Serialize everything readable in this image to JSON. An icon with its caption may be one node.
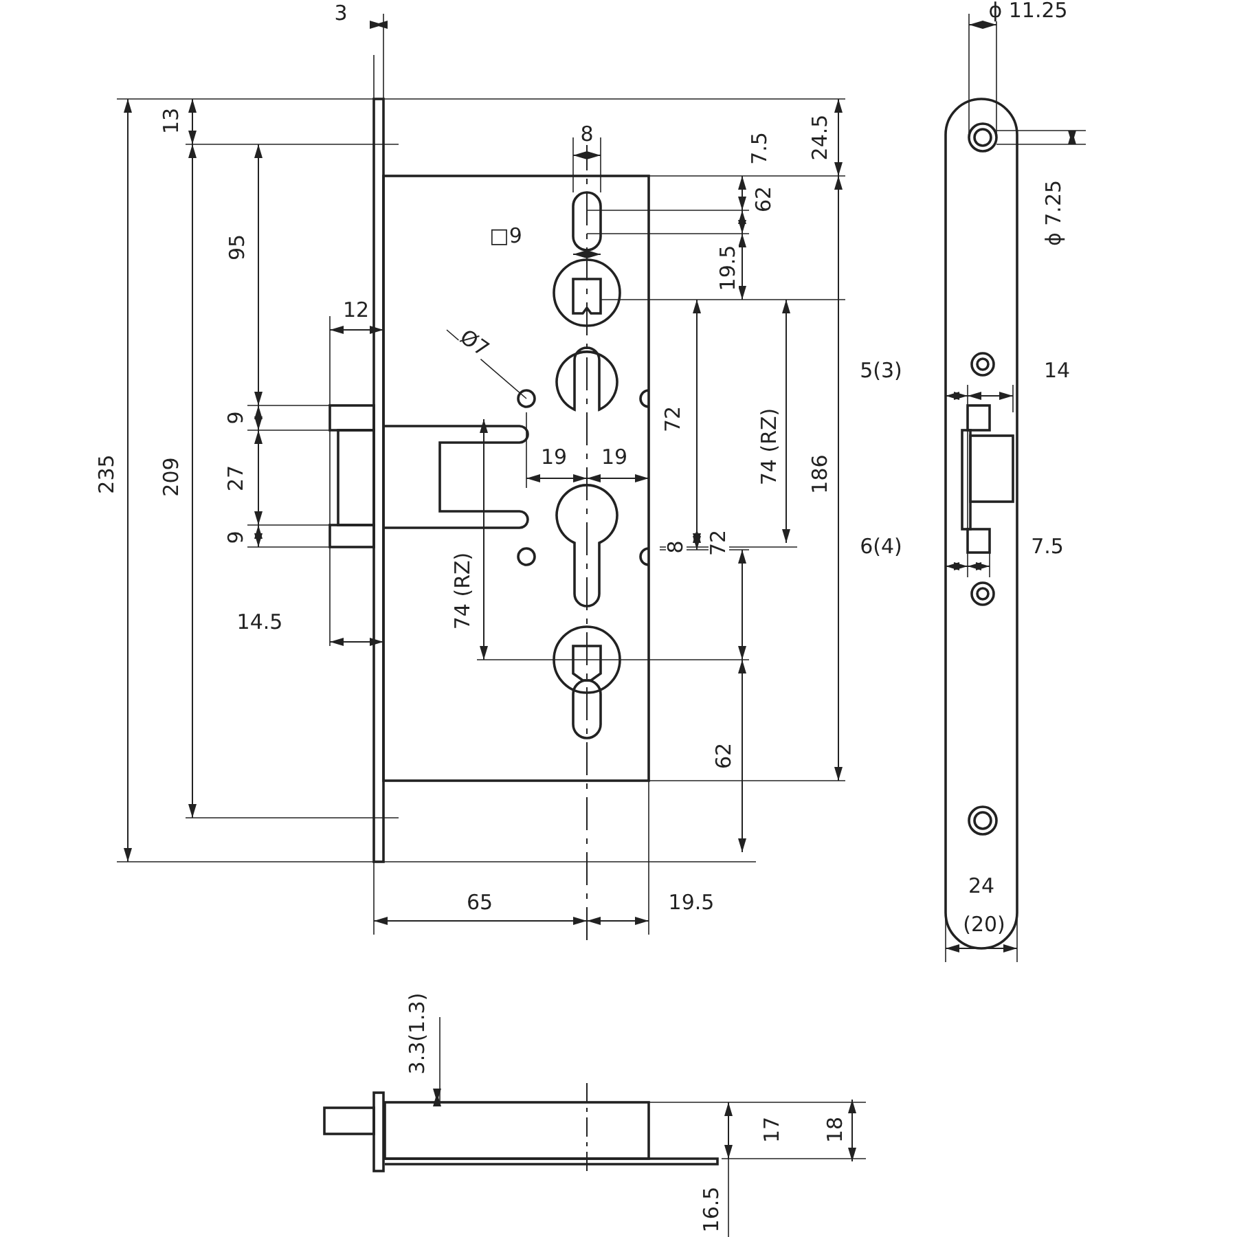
{
  "diagram": {
    "labels": [
      "3",
      "ϕ 11.25",
      "13",
      "8",
      "7.5",
      "24.5",
      "62",
      "ϕ 7.25",
      "□9",
      "95",
      "19.5",
      "12",
      "Ø7",
      "5(3)",
      "14",
      "9",
      "72",
      "235",
      "209",
      "27",
      "19",
      "19",
      "74 (RZ)",
      "186",
      "9",
      "6(4)",
      "8",
      "72",
      "7.5",
      "74 (RZ)",
      "14.5",
      "62",
      "65",
      "19.5",
      "24",
      "(20)",
      "3.3(1.3)",
      "17",
      "18",
      "16.5"
    ]
  }
}
